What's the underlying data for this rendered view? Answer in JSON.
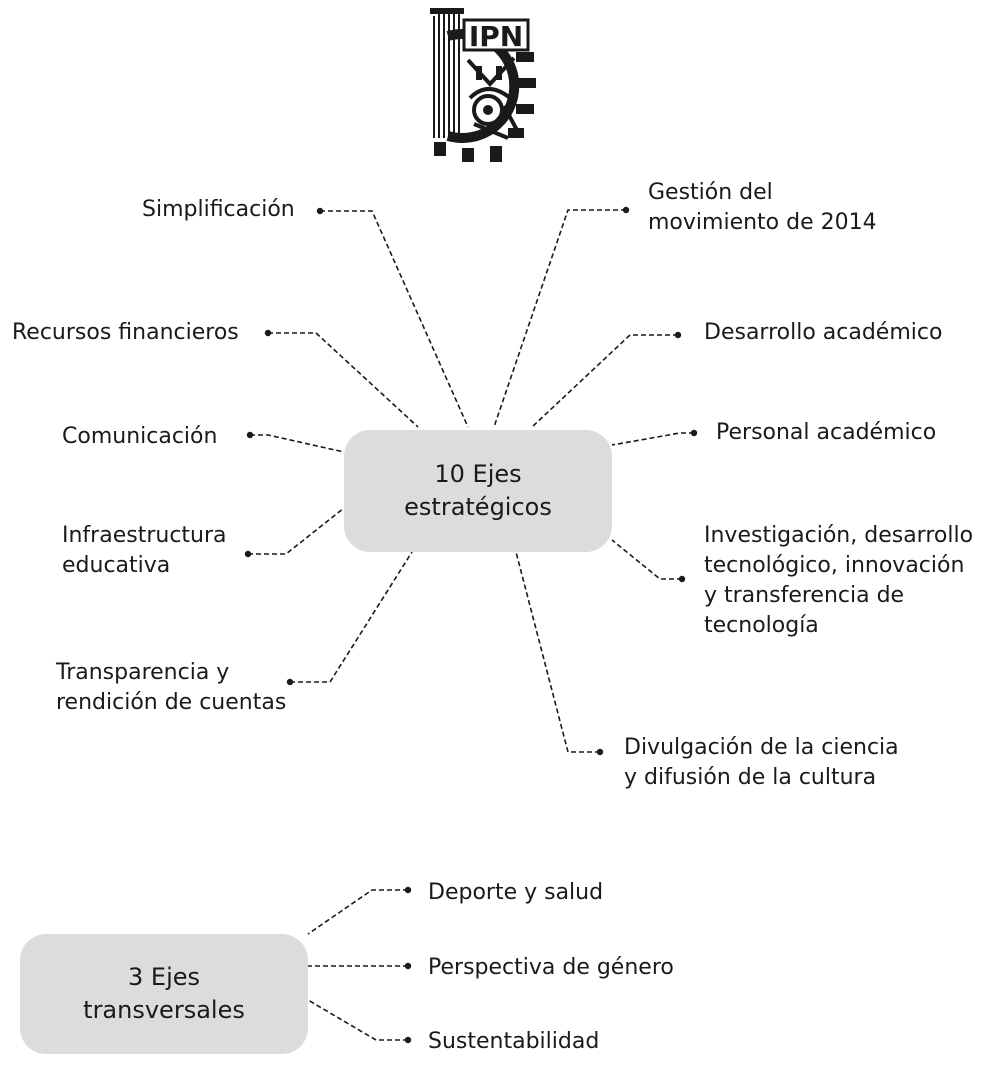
{
  "colors": {
    "hub_fill": "#dcdcdc",
    "line": "#1a1a1a",
    "text": "#1a1a1a"
  },
  "logo": {
    "icon": "ipn-logo",
    "text": "IPN"
  },
  "strategic_hub": {
    "label": "10 Ejes\nestratégicos"
  },
  "strategic_axes": [
    {
      "id": "simplificacion",
      "label": "Simplificación"
    },
    {
      "id": "recursos",
      "label": "Recursos financieros"
    },
    {
      "id": "comunicacion",
      "label": "Comunicación"
    },
    {
      "id": "infraestructura",
      "label": "Infraestructura\neducativa"
    },
    {
      "id": "transparencia",
      "label": "Transparencia y\nrendición de cuentas"
    },
    {
      "id": "gestion",
      "label": "Gestión del\nmovimiento de 2014"
    },
    {
      "id": "desarrollo",
      "label": "Desarrollo académico"
    },
    {
      "id": "personal",
      "label": "Personal académico"
    },
    {
      "id": "investigacion",
      "label": "Investigación, desarrollo\ntecnológico, innovación\ny transferencia de\ntecnología"
    },
    {
      "id": "divulgacion",
      "label": "Divulgación de la ciencia\ny difusión de la cultura"
    }
  ],
  "transversal_hub": {
    "label": "3 Ejes\ntransversales"
  },
  "transversal_axes": [
    {
      "id": "deporte",
      "label": "Deporte y salud"
    },
    {
      "id": "perspectiva",
      "label": "Perspectiva de género"
    },
    {
      "id": "sustentabilidad",
      "label": "Sustentabilidad"
    }
  ]
}
